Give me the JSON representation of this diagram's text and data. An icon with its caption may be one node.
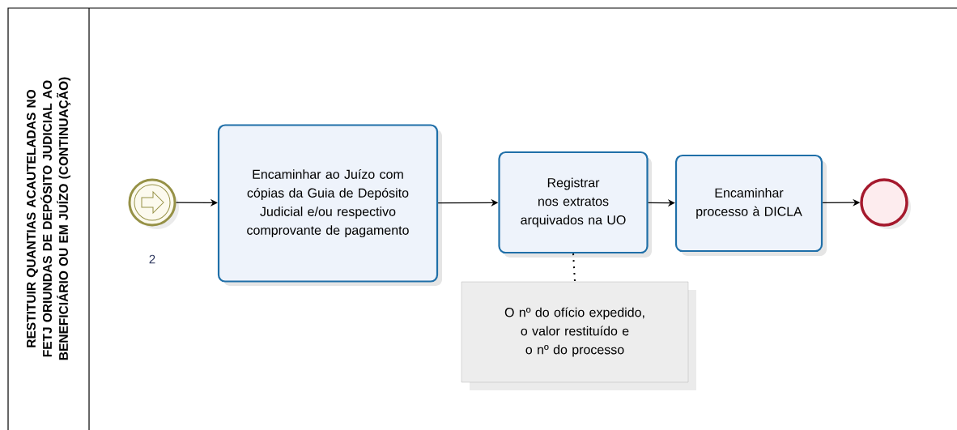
{
  "diagram": {
    "nodes": [
      {
        "text": [
          "RESTITUIR QUANTIAS ACAUTELADAS NO FETJ ORIUNDAS DE DEPÓSITO JUDICIAL AO BENEFICIÁRIO OU EM JUÍZO (CONTINUAÇÃO)"
        ]
      },
      {
        "text": [],
        "shape": "circle",
        "in": 0,
        "beside": [
          "2"
        ]
      },
      {
        "text": [
          "Encaminhar ao Juízo com cópias da Guia de Depósito Judicial e/ou respectivo comprovante de pagamento"
        ],
        "in": 0
      },
      {
        "text": [
          "Registrar nos extratos arquivados na UO"
        ],
        "in": 0
      },
      {
        "text": [
          "Encaminhar processo à DICLA"
        ],
        "in": 0
      },
      {
        "text": [],
        "shape": "circle",
        "in": 0
      },
      {
        "text": [
          "O nº do ofício expedido, o valor restituído e o nº do processo"
        ],
        "in": 0
      }
    ],
    "edges": [
      {
        "from": 1,
        "to": 2,
        "arrow": "to"
      },
      {
        "from": 2,
        "to": 3,
        "arrow": "to"
      },
      {
        "from": 3,
        "to": 4,
        "arrow": "to"
      },
      {
        "from": 4,
        "to": 5,
        "arrow": "to"
      },
      {
        "from": 3,
        "to": 6,
        "arrow": "none",
        "style": "dashed"
      }
    ]
  }
}
